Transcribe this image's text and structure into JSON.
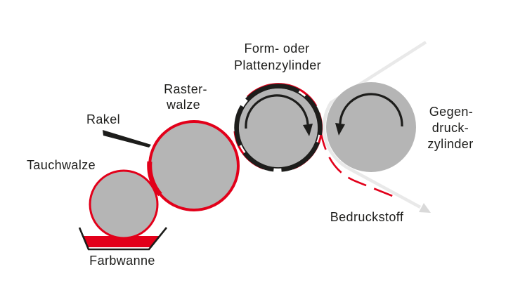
{
  "diagram": {
    "type": "flexographic-printing-process",
    "labels": {
      "tauchwalze": "Tauchwalze",
      "rakel": "Rakel",
      "rasterwalze": {
        "line1": "Raster-",
        "line2": "walze"
      },
      "plattenzylinder": {
        "line1": "Form- oder",
        "line2": "Plattenzylinder"
      },
      "gegendruckzylinder": {
        "line1": "Gegen-",
        "line2": "druck-",
        "line3": "zylinder"
      },
      "bedruckstoff": "Bedruckstoff",
      "farbwanne": "Farbwanne"
    },
    "colors": {
      "ink_red": "#e2001a",
      "roller_gray": "#b5b5b5",
      "substrate_gray": "#e9e9e9",
      "outline_black": "#1d1d1b",
      "background": "#ffffff"
    }
  }
}
